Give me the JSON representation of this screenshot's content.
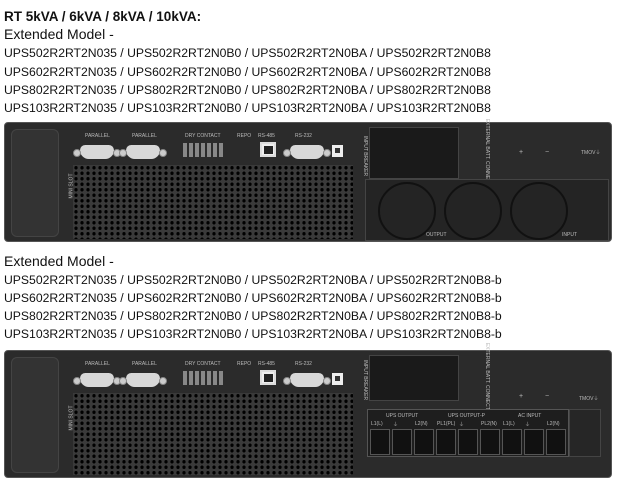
{
  "heading": "RT 5kVA / 6kVA / 8kVA / 10kVA:",
  "section1": {
    "title": "Extended Model -",
    "models": [
      "UPS502R2RT2N035 / UPS502R2RT2N0B0 / UPS502R2RT2N0BA / UPS502R2RT2N0B8",
      "UPS602R2RT2N035 / UPS602R2RT2N0B0 / UPS602R2RT2N0BA / UPS602R2RT2N0B8",
      "UPS802R2RT2N035 / UPS802R2RT2N0B0 / UPS802R2RT2N0BA / UPS802R2RT2N0B8",
      "UPS103R2RT2N035 / UPS103R2RT2N0B0 / UPS103R2RT2N0BA / UPS103R2RT2N0B8"
    ]
  },
  "section2": {
    "title": "Extended Model -",
    "models": [
      "UPS502R2RT2N035 / UPS502R2RT2N0B0 / UPS502R2RT2N0BA / UPS502R2RT2N0B8-b",
      "UPS602R2RT2N035 / UPS602R2RT2N0B0 / UPS602R2RT2N0BA / UPS602R2RT2N0B8-b",
      "UPS802R2RT2N035 / UPS802R2RT2N0B0 / UPS802R2RT2N0BA / UPS802R2RT2N0B8-b",
      "UPS103R2RT2N035 / UPS103R2RT2N0B0 / UPS103R2RT2N0BA / UPS103R2RT2N0B8-b"
    ]
  },
  "panel_labels": {
    "parallel": "PARALLEL",
    "dry_contact": "DRY CONTACT",
    "repo": "REPO",
    "rs485": "RS-485",
    "rs232": "RS-232",
    "mini_slot": "MINI SLOT",
    "input_breaker": "INPUT BREAKER",
    "ext_batt": "EXTERNAL BATT. CONNECTOR",
    "plus": "+",
    "minus": "−",
    "tmov": "TMOV⏚",
    "output": "OUTPUT",
    "input": "INPUT",
    "ups_output": "UPS OUTPUT",
    "ups_output_p": "UPS OUTPUT-P",
    "ac_input": "AC INPUT",
    "terminals": [
      "L1(L)",
      "⏚",
      "L2(N)",
      "PL1(PL)",
      "⏚",
      "PL2(N)",
      "L1(L)",
      "⏚",
      "L2(N)"
    ]
  }
}
